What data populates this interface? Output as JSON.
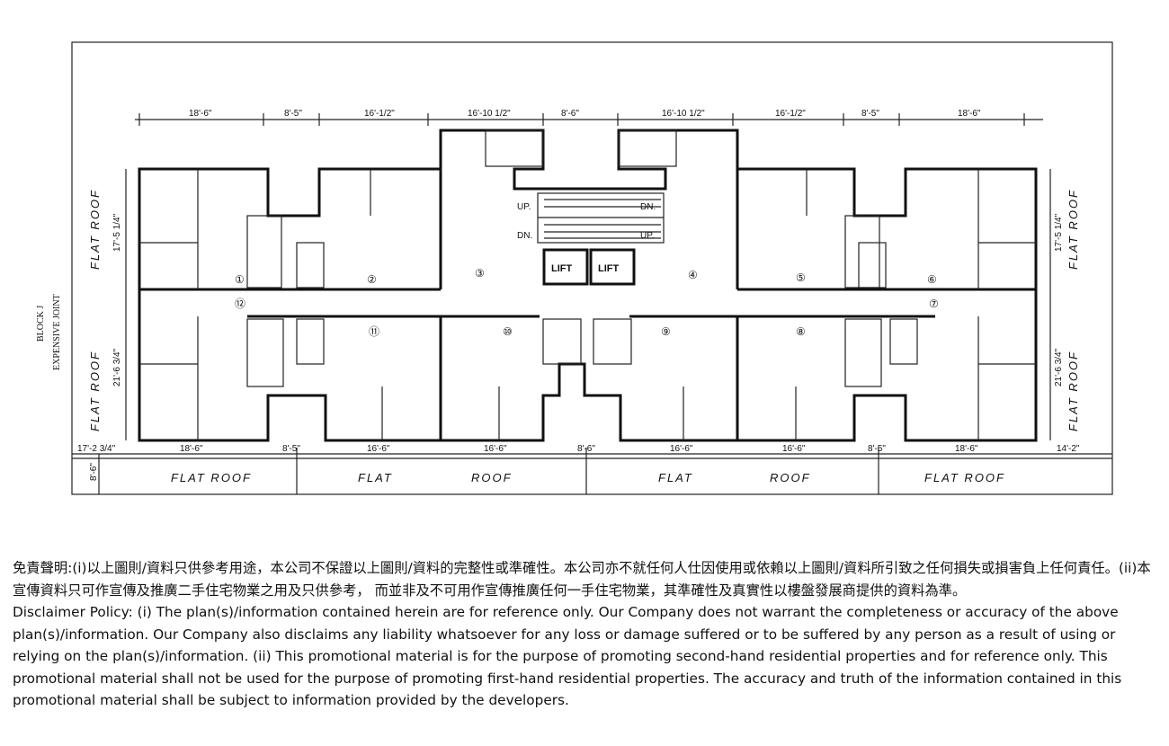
{
  "plan": {
    "top_dims": [
      "18'-6\"",
      "8'-5\"",
      "16'-1/2\"",
      "16'-10 1/2\"",
      "8'-6\"",
      "16'-10 1/2\"",
      "16'-1/2\"",
      "8'-5\"",
      "18'-6\""
    ],
    "bottom_dims": [
      "17'-2 3/4\"",
      "18'-6\"",
      "8'-5\"",
      "16'-6\"",
      "16'-6\"",
      "8'-6\"",
      "16'-6\"",
      "16'-6\"",
      "8'-5\"",
      "18'-6\"",
      "14'-2\""
    ],
    "side_dims": {
      "left_top": "17'-5 1/4\"",
      "left_bottom": "21'-6 3/4\"",
      "right_top": "17'-5 1/4\"",
      "right_bottom": "21'-6 3/4\"",
      "roof_depth": "8'-6\""
    },
    "flat_roof": "FLAT ROOF",
    "flat": "FLAT",
    "roof": "ROOF",
    "block_label": "BLOCK J",
    "joint_label": "EXPENSIVE JOINT",
    "lift": "LIFT",
    "up": "UP.",
    "dn": "DN.",
    "units": [
      "①",
      "②",
      "③",
      "④",
      "⑤",
      "⑥",
      "⑦",
      "⑧",
      "⑨",
      "⑩",
      "⑪",
      "⑫"
    ]
  },
  "disclaimer": {
    "chinese": "免責聲明:(i)以上圖則/資料只供參考用途，本公司不保證以上圖則/資料的完整性或準確性。本公司亦不就任何人仕因使用或依賴以上圖則/資料所引致之任何損失或損害負上任何責任。(ii)本宣傳資料只可作宣傳及推廣二手住宅物業之用及只供參考， 而並非及不可用作宣傳推廣任何一手住宅物業，其準確性及真實性以樓盤發展商提供的資料為準。",
    "english": "Disclaimer Policy: (i) The plan(s)/information contained herein are for reference only. Our Company does not warrant the completeness or accuracy of the above plan(s)/information. Our Company also disclaims any liability whatsoever for any loss or damage suffered or to be suffered by any person as a result of using or relying on the plan(s)/information. (ii) This promotional material is for the purpose of promoting second-hand residential properties and for reference only. This promotional material shall not be used for the purpose of promoting first-hand residential properties. The accuracy and truth of the information contained in this promotional material shall be subject to information provided by the developers."
  }
}
